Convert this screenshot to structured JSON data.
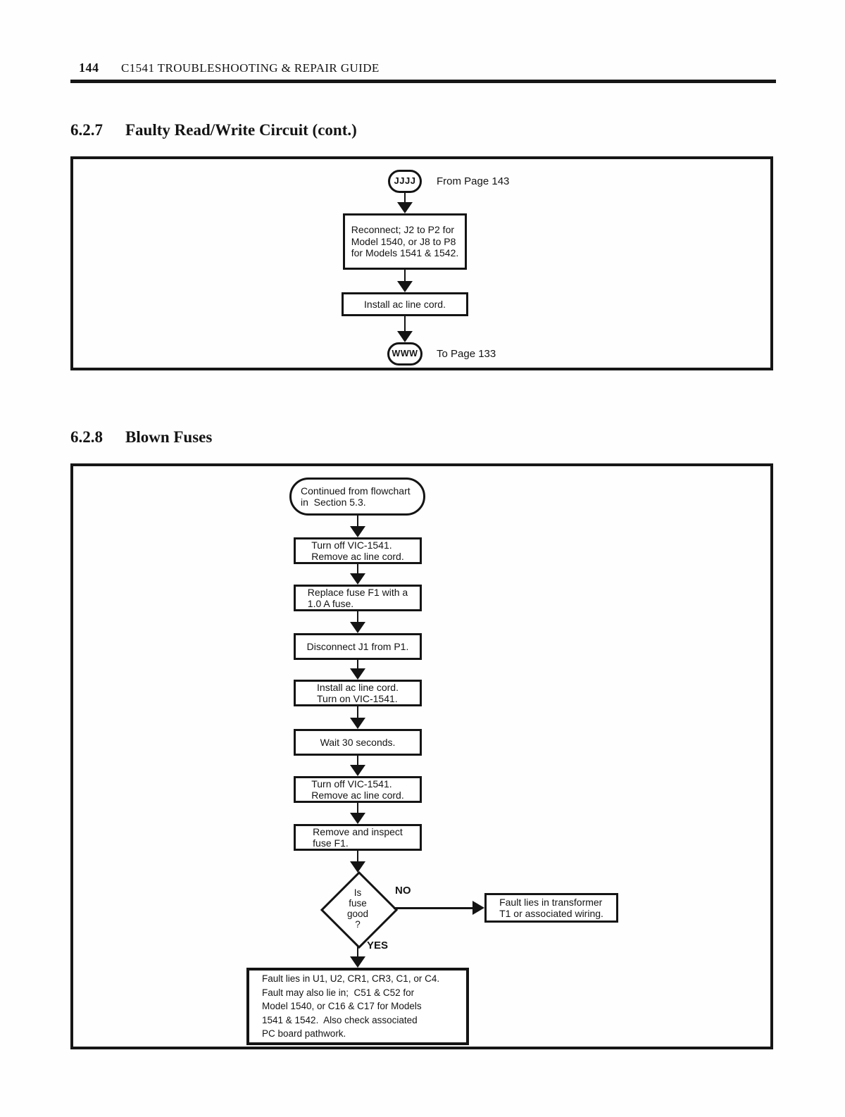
{
  "header": {
    "page_number": "144",
    "title": "C1541 TROUBLESHOOTING & REPAIR GUIDE"
  },
  "section1": {
    "number": "6.2.7",
    "title": "Faulty Read/Write Circuit (cont.)",
    "flow": {
      "in_connector": "JJJJ",
      "in_label": "From Page 143",
      "box1": "Reconnect; J2 to P2 for\nModel 1540, or J8 to P8\nfor Models 1541 & 1542.",
      "box2": "Install ac line cord.",
      "out_connector": "WWW",
      "out_label": "To Page 133"
    }
  },
  "section2": {
    "number": "6.2.8",
    "title": "Blown Fuses",
    "flow": {
      "start": "Continued from flowchart\nin  Section 5.3.",
      "steps": [
        "Turn off VIC-1541.\nRemove ac line cord.",
        "Replace fuse F1 with a\n1.0 A fuse.",
        "Disconnect J1 from P1.",
        "Install ac line cord.\nTurn on VIC-1541.",
        "Wait 30 seconds.",
        "Turn off VIC-1541.\nRemove ac line cord.",
        "Remove and inspect\nfuse F1."
      ],
      "decision": "Is\nfuse\ngood\n?",
      "no_label": "NO",
      "yes_label": "YES",
      "no_result": "Fault lies in transformer\nT1 or associated wiring.",
      "yes_result": "Fault lies in U1, U2, CR1, CR3, C1, or C4.\nFault may also lie in;  C51 & C52 for\nModel 1540, or C16 & C17 for Models\n1541 & 1542.  Also check associated\nPC board pathwork."
    }
  }
}
